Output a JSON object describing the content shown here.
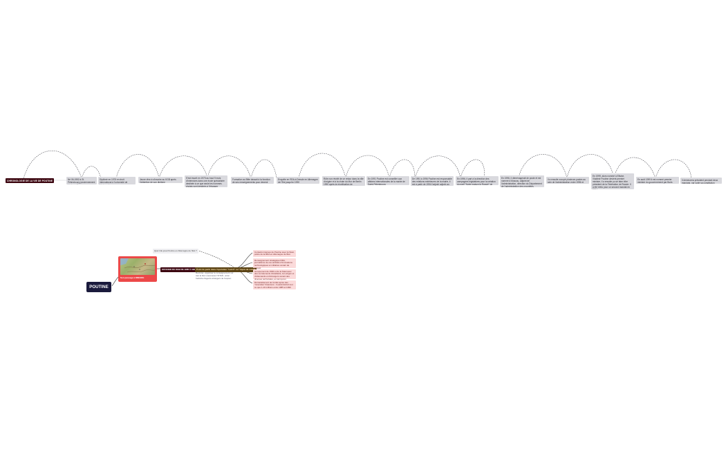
{
  "timeline": {
    "root_label": "CHRONOLOGIE DE LA VIE DE POUTINE",
    "items": [
      {
        "text": "Né 06-1952 à St Pétersbourg (anciennement Léningrad)"
      },
      {
        "text": "Diplômé en 1975 en droit international à l'université de Léningrad"
      },
      {
        "text": "Jeune rêve à s'inscrire au KGB après l'obtention de son diplôme"
      },
      {
        "text": "S'est inscrit en 1975 au bout 9 mois d'intensives dans une école spécialisée destinée à ce que seule les hommes choisis sont destinés à l'étranger"
      },
      {
        "text": "Formation au Bitte laissait à la fonction de ses renseignements pour devenir espion"
      },
      {
        "text": "Enquête en RDA à Dresde en Allemagne de l'Est jusqu'en 1990"
      },
      {
        "text": "Rôle non révélé de ce retour dans la ville d'origine et à la chute du Mur de Berlin 1990 après la réunification de l'Allemagne"
      },
      {
        "text": "En 1991 Poutine est conseiller aux affaires internationales de la mairie de Saint-Pétersbourg"
      },
      {
        "text": "De 1991 à 1996 Poutine est responsable des relations extérieures de la mairie, il est à partir de 1994 l'adjoint adjoint au maire"
      },
      {
        "text": "En 1996, il part à la direction des campagnes législatives pour la création du parti \"Notre maison la Russie\" de 1995"
      },
      {
        "text": "En 1996, il déménagerait de poste et est nommé à Moscou, adjoint de l'administration, direction du Département de l'administration des propriétés présidentielles"
      },
      {
        "text": "Il a ensuite occupé plusieurs postes au sein de l'administration entre 1996 et 1999"
      },
      {
        "text": "En 1999, alors nommé à Eltsine, Vladimir Poutine devient premier ministre, il a ensuite pu se faire élire président de la Fédération de Russie. Il a été réélu pour un second mandat en 2004"
      },
      {
        "text": "En août 1999 il est nommé premier ministre du gouvernement par Boris Eltsine"
      },
      {
        "text": "Il demeurera président pendant deux mandats, par suite sa constitution Ensuite à la présidence"
      }
    ]
  },
  "mindmap": {
    "central_label": "POUTINE",
    "photo_caption": "Son passage à DRESDE",
    "top_note": "Quel rôle joua Poutine en Allemagne de l'Est ?",
    "officer_tag": "OFFICIER DU KGB DE 1985 À 1990",
    "question_tag": "Point de partir dans l'opération \"Lutch\" ou \"rayon de soleil\"",
    "question_note": "Recruter, organiser le renseignement sur tout le bloc ouest avec l'OTAN ; ainsi l'activité d'agents étrangers de l'espion",
    "details": [
      "Contacts intenses de Poutine avec la Stasi, police de la RDA en Allemagne de l'Est",
      "Renseignement stratégique RDA, journalisme de ces activités d'innovations technologiques et militaires venant de l'Ouest",
      "Groupement de 1500 et de la Stasi avec des recrutements d'étudiants, la Lotzgen et d'Allemands et d'étrangers venant des diverses territoriales, en tant qu'en",
      "Démantèlement de l'entité après des \"incendies\" financiers : il aurait détruit tout ce que 1-10 millions entre 1985 et 1990"
    ]
  }
}
